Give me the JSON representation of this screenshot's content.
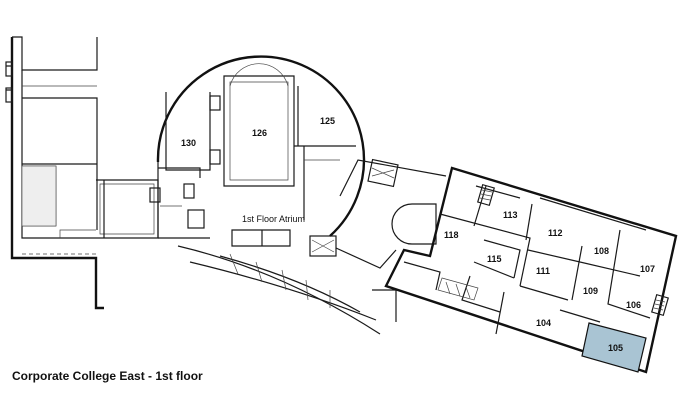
{
  "map": {
    "caption": "Corporate College East - 1st floor",
    "highlight_color": "#a9c4d3",
    "highlighted_room": "105",
    "atrium_label": "1st Floor Atrium",
    "rooms": {
      "r130": "130",
      "r126": "126",
      "r125": "125",
      "r113": "113",
      "r118": "118",
      "r112": "112",
      "r108": "108",
      "r115": "115",
      "r111": "111",
      "r109": "109",
      "r107": "107",
      "r106": "106",
      "r104": "104",
      "r105": "105"
    }
  }
}
